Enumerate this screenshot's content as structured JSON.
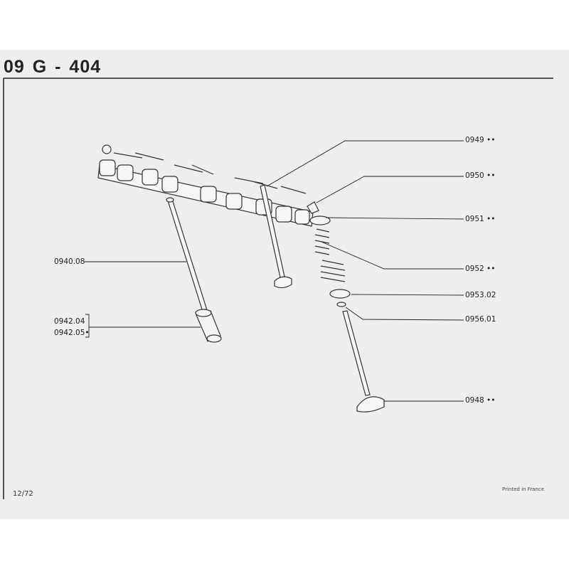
{
  "header": {
    "title": "09 G - 404"
  },
  "callouts_right": [
    {
      "ref": "0949 ••"
    },
    {
      "ref": "0950 ••"
    },
    {
      "ref": "0951 ••"
    },
    {
      "ref": "0952 ••"
    },
    {
      "ref": "0953.02"
    },
    {
      "ref": "0956.01"
    },
    {
      "ref": "0948 ••"
    }
  ],
  "callouts_left": [
    {
      "ref": "0940.08"
    },
    {
      "ref": "0942.04"
    },
    {
      "ref": "0942.05•"
    }
  ],
  "footer": {
    "date": "12/72",
    "printed": "Printed in France"
  }
}
